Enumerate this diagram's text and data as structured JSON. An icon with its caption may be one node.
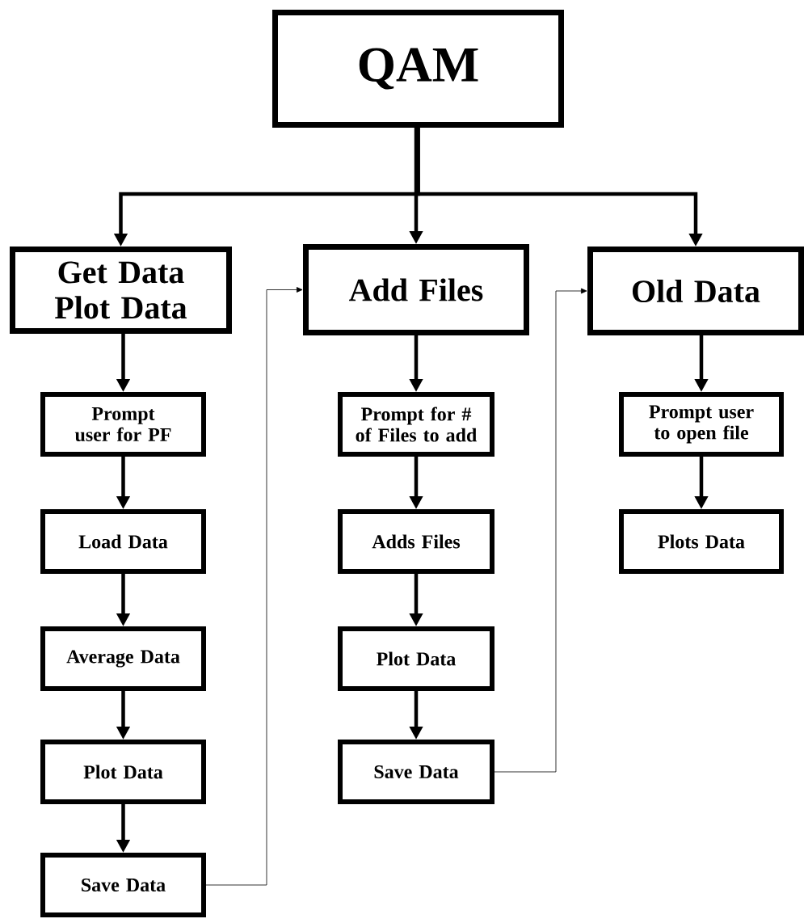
{
  "diagram": {
    "nodes": [
      {
        "text": [
          "QAM"
        ]
      },
      {
        "text": [
          "Get Data Plot Data"
        ]
      },
      {
        "text": [
          "Add Files"
        ]
      },
      {
        "text": [
          "Old Data"
        ]
      },
      {
        "text": [
          "Prompt user for PF"
        ]
      },
      {
        "text": [
          "Load Data"
        ]
      },
      {
        "text": [
          "Average Data"
        ]
      },
      {
        "text": [
          "Plot Data"
        ]
      },
      {
        "text": [
          "Save Data"
        ]
      },
      {
        "text": [
          "Prompt for # of Files to add"
        ]
      },
      {
        "text": [
          "Adds Files"
        ]
      },
      {
        "text": [
          "Plot Data"
        ]
      },
      {
        "text": [
          "Save Data"
        ]
      },
      {
        "text": [
          "Prompt user to open file"
        ]
      },
      {
        "text": [
          "Plots Data"
        ]
      }
    ],
    "edges": [
      {
        "from": 0,
        "to": 1,
        "arrow": "to"
      },
      {
        "from": 0,
        "to": 2,
        "arrow": "to"
      },
      {
        "from": 0,
        "to": 3,
        "arrow": "to"
      },
      {
        "from": 1,
        "to": 4,
        "arrow": "to"
      },
      {
        "from": 4,
        "to": 5,
        "arrow": "to"
      },
      {
        "from": 5,
        "to": 6,
        "arrow": "to"
      },
      {
        "from": 6,
        "to": 7,
        "arrow": "to"
      },
      {
        "from": 7,
        "to": 8,
        "arrow": "to"
      },
      {
        "from": 2,
        "to": 9,
        "arrow": "to"
      },
      {
        "from": 9,
        "to": 10,
        "arrow": "to"
      },
      {
        "from": 10,
        "to": 11,
        "arrow": "to"
      },
      {
        "from": 11,
        "to": 12,
        "arrow": "to"
      },
      {
        "from": 3,
        "to": 13,
        "arrow": "to"
      },
      {
        "from": 13,
        "to": 14,
        "arrow": "to"
      },
      {
        "from": 8,
        "to": 2,
        "arrow": "to"
      },
      {
        "from": 12,
        "to": 3,
        "arrow": "to"
      }
    ]
  }
}
